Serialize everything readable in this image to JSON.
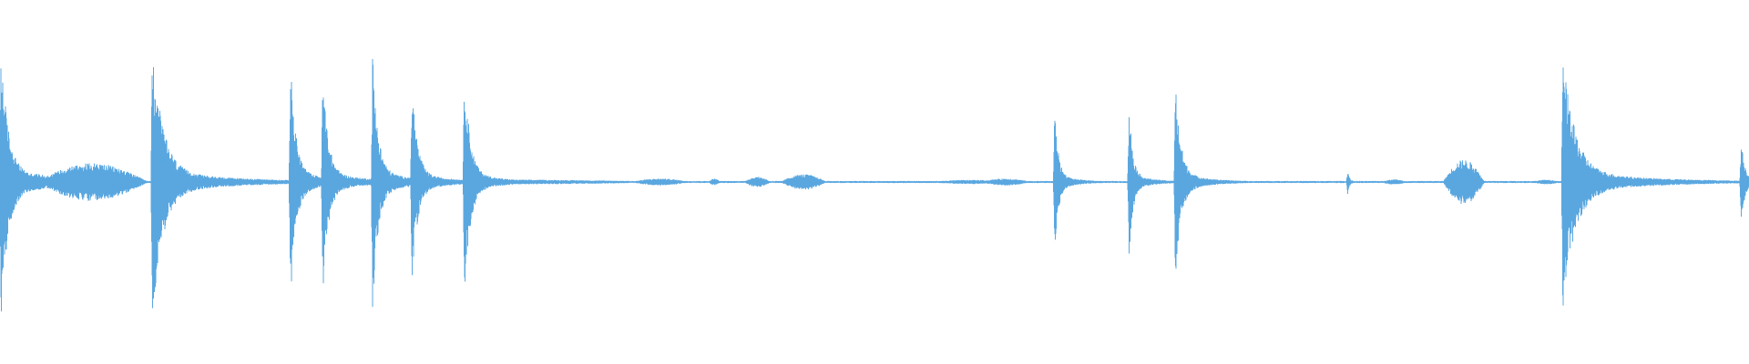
{
  "waveform": {
    "color": "#5AA7E0",
    "background": "#ffffff",
    "duration_fraction_events": [
      {
        "t": 0.0005,
        "amp": 0.74,
        "decay": 0.004,
        "tail": 0.14
      },
      {
        "t": 0.087,
        "amp": 0.74,
        "decay": 0.006,
        "tail": 0.18
      },
      {
        "t": 0.166,
        "amp": 0.66,
        "decay": 0.003,
        "tail": 0.1
      },
      {
        "t": 0.1845,
        "amp": 0.62,
        "decay": 0.003,
        "tail": 0.1
      },
      {
        "t": 0.213,
        "amp": 0.7,
        "decay": 0.003,
        "tail": 0.1
      },
      {
        "t": 0.2355,
        "amp": 0.56,
        "decay": 0.003,
        "tail": 0.09
      },
      {
        "t": 0.2655,
        "amp": 0.66,
        "decay": 0.003,
        "tail": 0.08
      },
      {
        "t": 0.603,
        "amp": 0.41,
        "decay": 0.002,
        "tail": 0.06
      },
      {
        "t": 0.6455,
        "amp": 0.45,
        "decay": 0.002,
        "tail": 0.06
      },
      {
        "t": 0.672,
        "amp": 0.55,
        "decay": 0.003,
        "tail": 0.08
      },
      {
        "t": 0.7705,
        "amp": 0.07,
        "decay": 0.001,
        "tail": 0.02
      },
      {
        "t": 0.8935,
        "amp": 0.68,
        "decay": 0.007,
        "tail": 0.2
      },
      {
        "t": 0.9955,
        "amp": 0.24,
        "decay": 0.002,
        "tail": 0.06
      }
    ],
    "swells": [
      {
        "start": 0.003,
        "end": 0.034,
        "amp": 0.05
      },
      {
        "start": 0.02,
        "end": 0.085,
        "amp": 0.11
      },
      {
        "start": 0.12,
        "end": 0.4,
        "amp": 0.015
      },
      {
        "start": 0.36,
        "end": 0.395,
        "amp": 0.02
      },
      {
        "start": 0.405,
        "end": 0.412,
        "amp": 0.02
      },
      {
        "start": 0.425,
        "end": 0.441,
        "amp": 0.03
      },
      {
        "start": 0.446,
        "end": 0.473,
        "amp": 0.045
      },
      {
        "start": 0.53,
        "end": 0.58,
        "amp": 0.012
      },
      {
        "start": 0.56,
        "end": 0.59,
        "amp": 0.02
      },
      {
        "start": 0.789,
        "end": 0.805,
        "amp": 0.015
      },
      {
        "start": 0.825,
        "end": 0.849,
        "amp": 0.13
      },
      {
        "start": 0.875,
        "end": 0.893,
        "amp": 0.013
      }
    ]
  }
}
